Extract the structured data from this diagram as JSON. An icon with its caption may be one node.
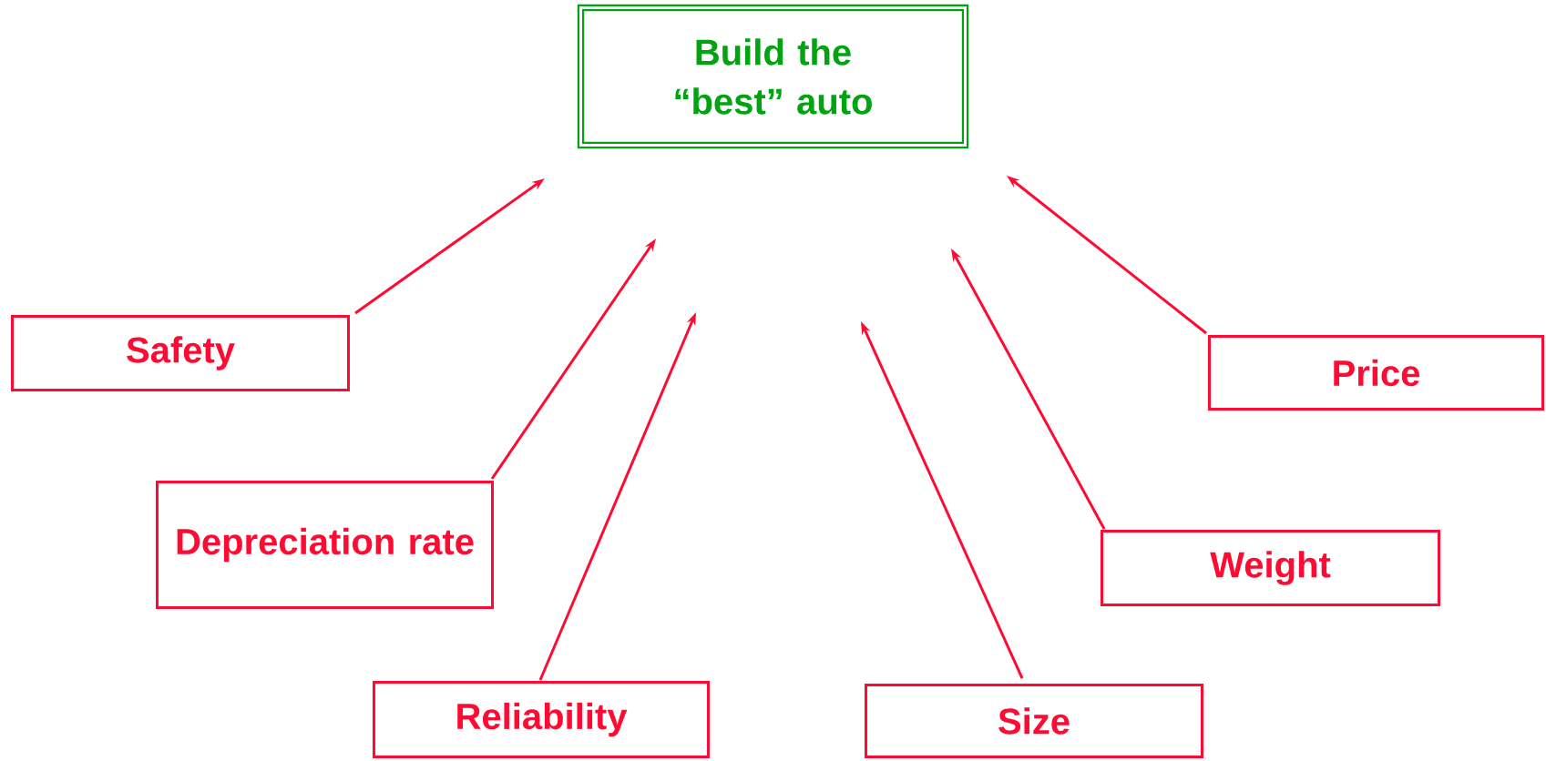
{
  "diagram": {
    "nodes": [
      {
        "text": [
          "Build the “best” auto"
        ]
      },
      {
        "text": [
          "Safety"
        ]
      },
      {
        "text": [
          "Price"
        ]
      },
      {
        "text": [
          "Depreciation rate"
        ]
      },
      {
        "text": [
          "Weight"
        ]
      },
      {
        "text": [
          "Reliability"
        ]
      },
      {
        "text": [
          "Size"
        ]
      }
    ],
    "edges": [
      {
        "from": 1,
        "to": null,
        "arrow": "to"
      },
      {
        "from": 3,
        "to": null,
        "arrow": "to"
      },
      {
        "from": 5,
        "to": null,
        "arrow": "to"
      },
      {
        "from": 6,
        "to": null,
        "arrow": "to"
      },
      {
        "from": 4,
        "to": null,
        "arrow": "to"
      },
      {
        "from": 2,
        "to": null,
        "arrow": "to"
      }
    ]
  }
}
